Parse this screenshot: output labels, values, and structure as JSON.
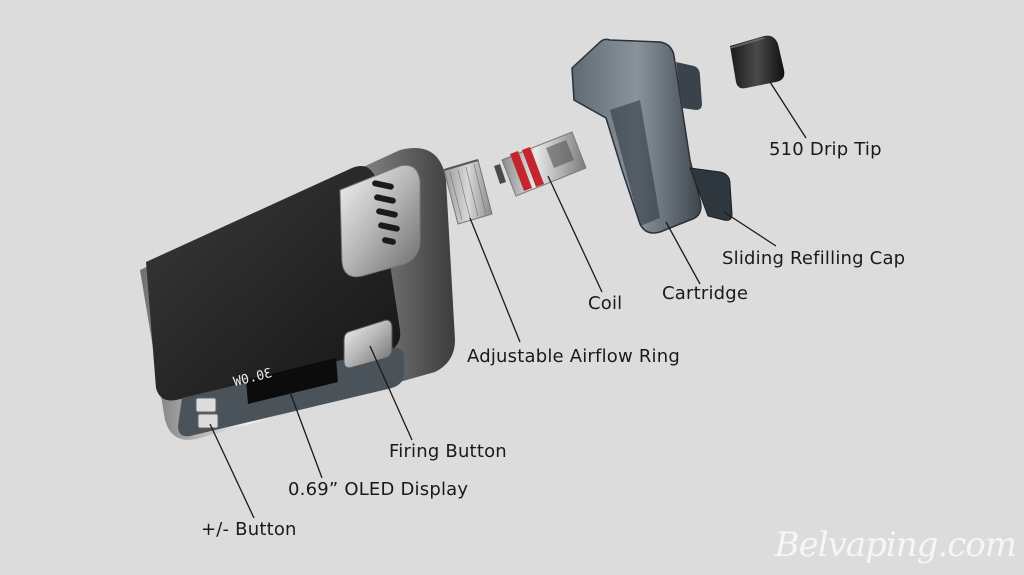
{
  "labels": {
    "drip_tip": "510 Drip Tip",
    "sliding_cap": "Sliding Refilling Cap",
    "cartridge": "Cartridge",
    "coil": "Coil",
    "airflow_ring": "Adjustable Airflow Ring",
    "firing_button": "Firing Button",
    "oled_display": "0.69” OLED Display",
    "plus_minus_button": "+/- Button"
  },
  "screen": {
    "wattage": "30.0W"
  },
  "watermark": "Belvaping.com"
}
